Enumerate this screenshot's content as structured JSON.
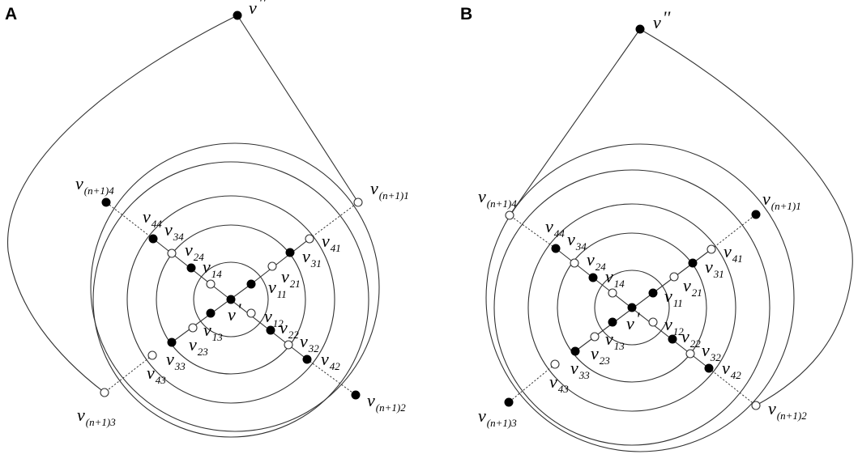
{
  "panels": [
    {
      "id": "A",
      "letter": "A",
      "vertices": [
        {
          "id": "v_outer",
          "base": "v",
          "sup": "''",
          "sub": "",
          "fill": "black"
        },
        {
          "id": "v_center",
          "base": "v",
          "sup": "'",
          "sub": "",
          "fill": "black"
        },
        {
          "id": "v11",
          "base": "v",
          "sub": "11",
          "fill": "black"
        },
        {
          "id": "v12",
          "base": "v",
          "sub": "12",
          "fill": "white"
        },
        {
          "id": "v13",
          "base": "v",
          "sub": "13",
          "fill": "black"
        },
        {
          "id": "v14",
          "base": "v",
          "sub": "14",
          "fill": "white"
        },
        {
          "id": "v21",
          "base": "v",
          "sub": "21",
          "fill": "white"
        },
        {
          "id": "v22",
          "base": "v",
          "sub": "22",
          "fill": "black"
        },
        {
          "id": "v23",
          "base": "v",
          "sub": "23",
          "fill": "white"
        },
        {
          "id": "v24",
          "base": "v",
          "sub": "24",
          "fill": "black"
        },
        {
          "id": "v31",
          "base": "v",
          "sub": "31",
          "fill": "black"
        },
        {
          "id": "v32",
          "base": "v",
          "sub": "32",
          "fill": "white"
        },
        {
          "id": "v33",
          "base": "v",
          "sub": "33",
          "fill": "black"
        },
        {
          "id": "v34",
          "base": "v",
          "sub": "34",
          "fill": "white"
        },
        {
          "id": "v41",
          "base": "v",
          "sub": "41",
          "fill": "white"
        },
        {
          "id": "v42",
          "base": "v",
          "sub": "42",
          "fill": "black"
        },
        {
          "id": "v43",
          "base": "v",
          "sub": "43",
          "fill": "white"
        },
        {
          "id": "v44",
          "base": "v",
          "sub": "44",
          "fill": "black"
        },
        {
          "id": "vn1",
          "base": "v",
          "sub": "(n+1)1",
          "fill": "white"
        },
        {
          "id": "vn2",
          "base": "v",
          "sub": "(n+1)2",
          "fill": "black"
        },
        {
          "id": "vn3",
          "base": "v",
          "sub": "(n+1)3",
          "fill": "white"
        },
        {
          "id": "vn4",
          "base": "v",
          "sub": "(n+1)4",
          "fill": "black"
        }
      ]
    },
    {
      "id": "B",
      "letter": "B",
      "vertices": [
        {
          "id": "v_outer",
          "base": "v",
          "sup": "''",
          "sub": "",
          "fill": "black"
        },
        {
          "id": "v_center",
          "base": "v",
          "sup": "'",
          "sub": "",
          "fill": "black"
        },
        {
          "id": "v11",
          "base": "v",
          "sub": "11",
          "fill": "black"
        },
        {
          "id": "v12",
          "base": "v",
          "sub": "12",
          "fill": "white"
        },
        {
          "id": "v13",
          "base": "v",
          "sub": "13",
          "fill": "black"
        },
        {
          "id": "v14",
          "base": "v",
          "sub": "14",
          "fill": "white"
        },
        {
          "id": "v21",
          "base": "v",
          "sub": "21",
          "fill": "white"
        },
        {
          "id": "v22",
          "base": "v",
          "sub": "22",
          "fill": "black"
        },
        {
          "id": "v23",
          "base": "v",
          "sub": "23",
          "fill": "white"
        },
        {
          "id": "v24",
          "base": "v",
          "sub": "24",
          "fill": "black"
        },
        {
          "id": "v31",
          "base": "v",
          "sub": "31",
          "fill": "black"
        },
        {
          "id": "v32",
          "base": "v",
          "sub": "32",
          "fill": "white"
        },
        {
          "id": "v33",
          "base": "v",
          "sub": "33",
          "fill": "black"
        },
        {
          "id": "v34",
          "base": "v",
          "sub": "34",
          "fill": "white"
        },
        {
          "id": "v41",
          "base": "v",
          "sub": "41",
          "fill": "white"
        },
        {
          "id": "v42",
          "base": "v",
          "sub": "42",
          "fill": "black"
        },
        {
          "id": "v43",
          "base": "v",
          "sub": "43",
          "fill": "white"
        },
        {
          "id": "v44",
          "base": "v",
          "sub": "44",
          "fill": "black"
        },
        {
          "id": "vn1",
          "base": "v",
          "sub": "(n+1)1",
          "fill": "black"
        },
        {
          "id": "vn2",
          "base": "v",
          "sub": "(n+1)2",
          "fill": "white"
        },
        {
          "id": "vn3",
          "base": "v",
          "sub": "(n+1)3",
          "fill": "black"
        },
        {
          "id": "vn4",
          "base": "v",
          "sub": "(n+1)4",
          "fill": "white"
        }
      ]
    }
  ]
}
